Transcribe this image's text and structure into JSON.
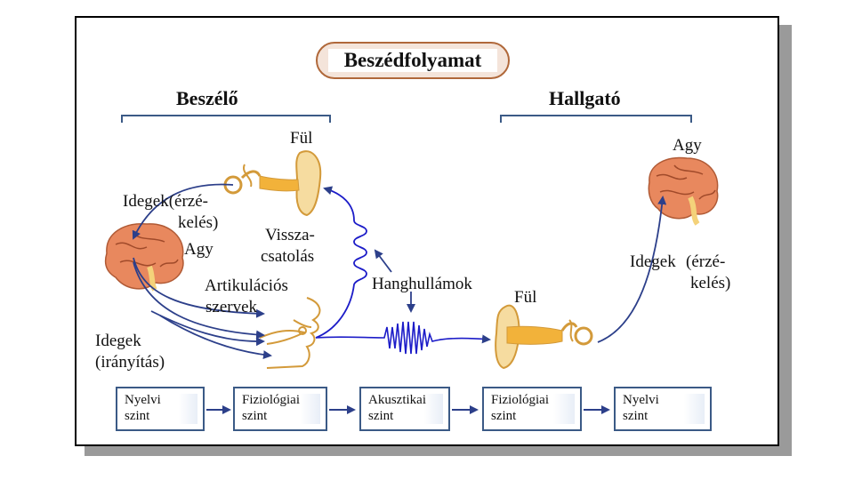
{
  "title": "Beszédfolyamat",
  "speaker": {
    "heading": "Beszélő"
  },
  "listener": {
    "heading": "Hallgató"
  },
  "labels": {
    "ful_top": "Fül",
    "idegek_erzekeles_1": "Idegek(érzé-",
    "idegek_erzekeles_2": "kelés)",
    "agy_left": "Agy",
    "vissza_1": "Vissza-",
    "vissza_2": "csatolás",
    "artik_1": "Artikulációs",
    "artik_2": "szervek",
    "idegek_iranyitas_1": "Idegek",
    "idegek_iranyitas_2": "(irányítás)",
    "hanghullamok": "Hanghullámok",
    "ful_right": "Fül",
    "agy_right": "Agy",
    "idegek_right_1": "Idegek",
    "idegek_right_2": "(érzé-",
    "idegek_right_3": "kelés)"
  },
  "levels": [
    {
      "line1": "Nyelvi",
      "line2": "szint"
    },
    {
      "line1": "Fiziológiai",
      "line2": "szint"
    },
    {
      "line1": "Akusztikai",
      "line2": "szint"
    },
    {
      "line1": "Fiziológiai",
      "line2": "szint"
    },
    {
      "line1": "Nyelvi",
      "line2": "szint"
    }
  ],
  "colors": {
    "arrow": "#2c3f8a",
    "wave": "#1c1cc8",
    "ear": "#f2b23a",
    "brain": "#e07850",
    "bracket": "#3b5a86"
  }
}
